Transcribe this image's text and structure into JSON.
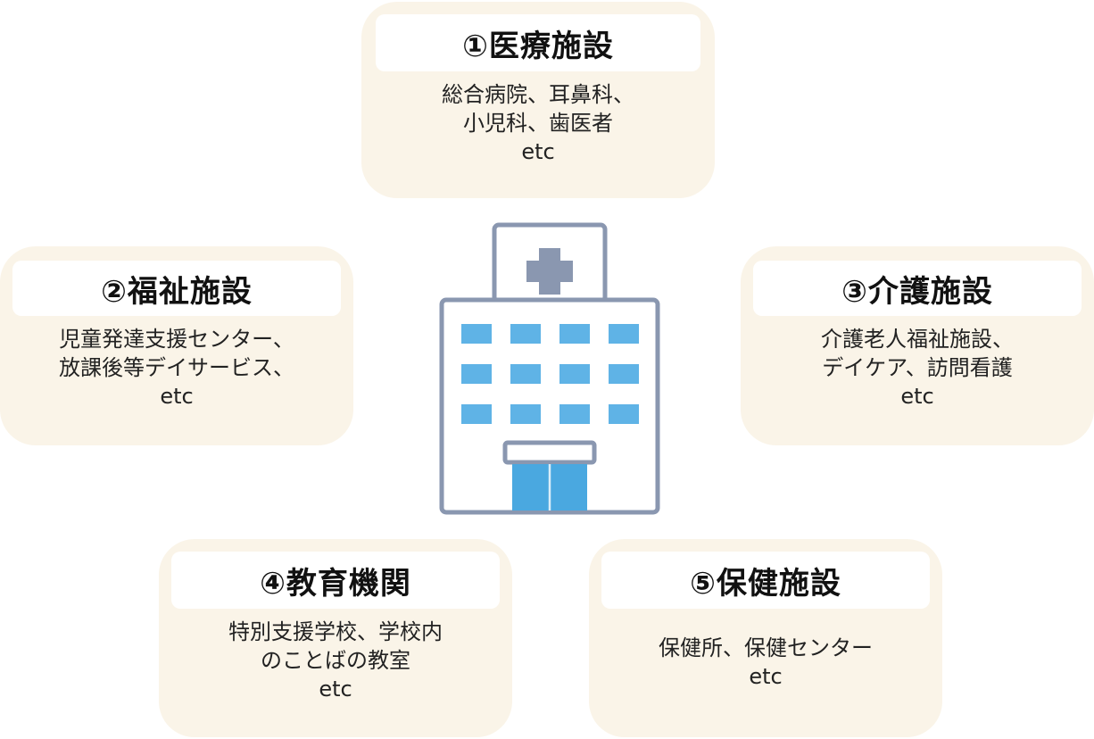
{
  "facilities": [
    {
      "title": "①医療施設",
      "lines": [
        "総合病院、耳鼻科、",
        "小児科、歯医者",
        "etc"
      ]
    },
    {
      "title": "②福祉施設",
      "lines": [
        "児童発達支援センター、",
        "放課後等デイサービス、",
        "etc"
      ]
    },
    {
      "title": "③介護施設",
      "lines": [
        "介護老人福祉施設、",
        "デイケア、訪問看護",
        "etc"
      ]
    },
    {
      "title": "④教育機関",
      "lines": [
        "特別支援学校、学校内",
        "のことばの教室",
        "etc"
      ]
    },
    {
      "title": "⑤保健施設",
      "lines": [
        "保健所、保健センター",
        "etc"
      ]
    }
  ],
  "colors": {
    "card_background": "#faf4e8",
    "title_background": "#ffffff",
    "building_outline": "#8a97b0",
    "window_blue": "#5fb3e6",
    "door_blue": "#4aa8e0"
  },
  "icons": {
    "center": "hospital-building-icon"
  }
}
